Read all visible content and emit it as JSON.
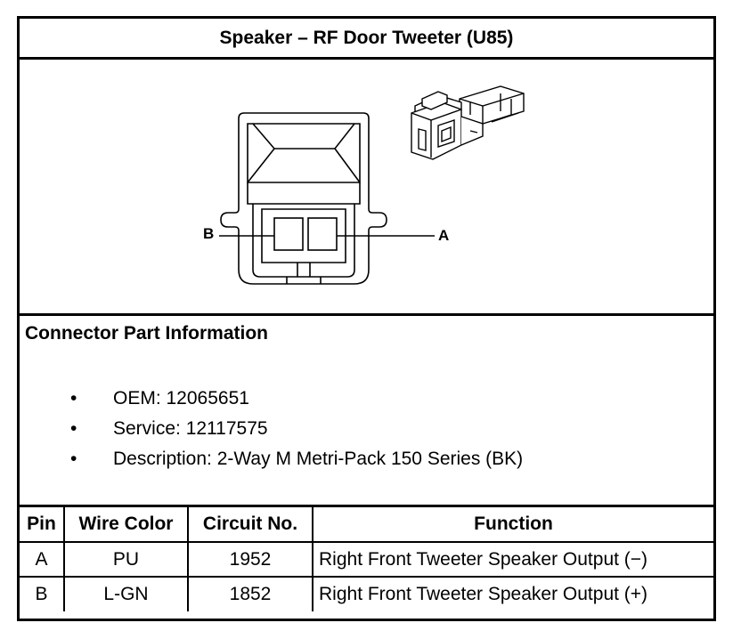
{
  "title": "Speaker – RF Door Tweeter (U85)",
  "figure": {
    "pin_label_left": "B",
    "pin_label_right": "A"
  },
  "info": {
    "heading": "Connector Part Information",
    "bullet_glyph": "•",
    "items": [
      "OEM: 12065651",
      "Service: 12117575",
      "Description: 2-Way M Metri-Pack 150 Series (BK)"
    ]
  },
  "table": {
    "headers": [
      "Pin",
      "Wire Color",
      "Circuit No.",
      "Function"
    ],
    "rows": [
      [
        "A",
        "PU",
        "1952",
        "Right Front Tweeter Speaker Output (−)"
      ],
      [
        "B",
        "L-GN",
        "1852",
        "Right Front Tweeter Speaker Output (+)"
      ]
    ]
  }
}
